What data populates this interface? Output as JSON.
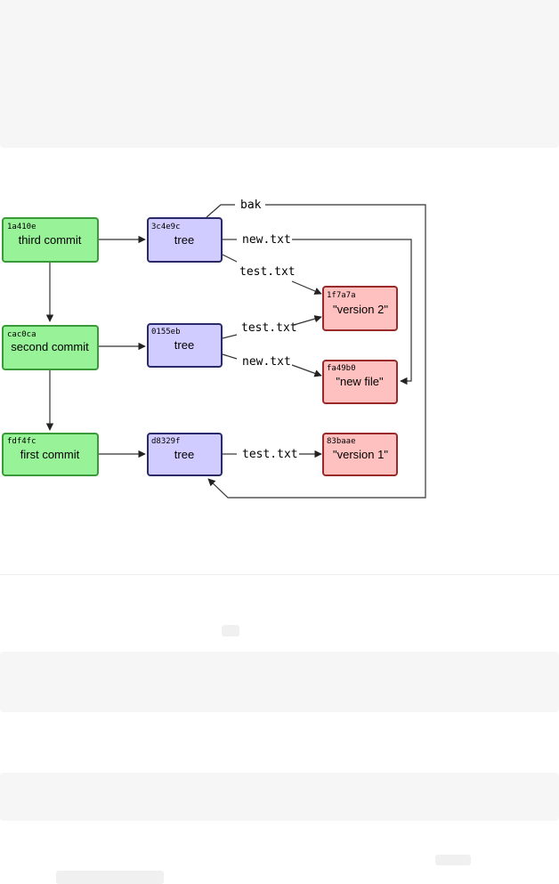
{
  "diagram": {
    "commits": [
      {
        "hash": "1a410e",
        "label": "third commit"
      },
      {
        "hash": "cac0ca",
        "label": "second commit"
      },
      {
        "hash": "fdf4fc",
        "label": "first commit"
      }
    ],
    "trees": [
      {
        "hash": "3c4e9c",
        "label": "tree"
      },
      {
        "hash": "0155eb",
        "label": "tree"
      },
      {
        "hash": "d8329f",
        "label": "tree"
      }
    ],
    "blobs": [
      {
        "hash": "1f7a7a",
        "label": "\"version 2\""
      },
      {
        "hash": "fa49b0",
        "label": "\"new file\""
      },
      {
        "hash": "83baae",
        "label": "\"version 1\""
      }
    ],
    "edge_labels": {
      "bak": "bak",
      "tree1_new": "new.txt",
      "tree1_test": "test.txt",
      "tree2_test": "test.txt",
      "tree2_new": "new.txt",
      "tree3_test": "test.txt"
    },
    "colors": {
      "commit_fill": "#98f298",
      "commit_stroke": "#3a9a3a",
      "tree_fill": "#d0ccff",
      "tree_stroke": "#2a2a6a",
      "blob_fill": "#ffc0c0",
      "blob_stroke": "#9a2a2a"
    }
  }
}
